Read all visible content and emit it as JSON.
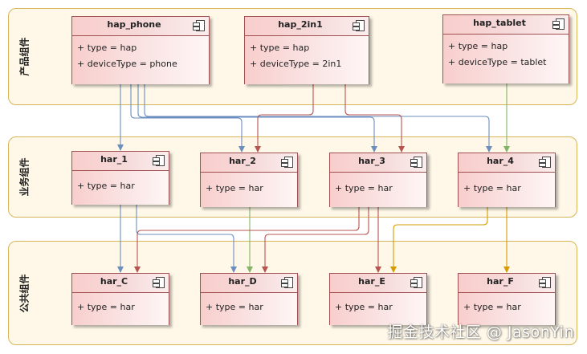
{
  "layers": {
    "product": "产品组件",
    "business": "业务组件",
    "common": "公共组件"
  },
  "components": {
    "hap_phone": {
      "name": "hap_phone",
      "attrs": [
        "+ type = hap",
        "+ deviceType = phone"
      ]
    },
    "hap_2in1": {
      "name": "hap_2in1",
      "attrs": [
        "+ type = hap",
        "+ deviceType = 2in1"
      ]
    },
    "hap_tablet": {
      "name": "hap_tablet",
      "attrs": [
        "+ type = hap",
        "+ deviceType = tablet"
      ]
    },
    "har_1": {
      "name": "har_1",
      "attrs": [
        "+ type = har"
      ]
    },
    "har_2": {
      "name": "har_2",
      "attrs": [
        "+ type = har"
      ]
    },
    "har_3": {
      "name": "har_3",
      "attrs": [
        "+ type = har"
      ]
    },
    "har_4": {
      "name": "har_4",
      "attrs": [
        "+ type = har"
      ]
    },
    "har_C": {
      "name": "har_C",
      "attrs": [
        "+ type = har"
      ]
    },
    "har_D": {
      "name": "har_D",
      "attrs": [
        "+ type = har"
      ]
    },
    "har_E": {
      "name": "har_E",
      "attrs": [
        "+ type = har"
      ]
    },
    "har_F": {
      "name": "har_F",
      "attrs": [
        "+ type = har"
      ]
    }
  },
  "edge_colors": {
    "blue": "#6c8ebf",
    "red": "#b85450",
    "green": "#82b366",
    "orange": "#d79b00"
  },
  "watermark": "掘金技术社区 @ JasonYin"
}
